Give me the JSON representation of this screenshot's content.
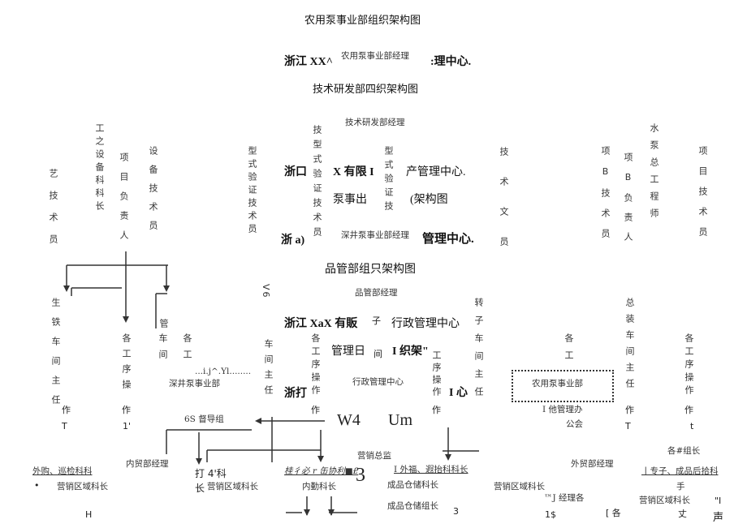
{
  "title": "农用泵事业部组织架构图",
  "header": {
    "left": "浙江 XX^",
    "overlay": "农用泵事业部经理",
    "right": ":理中心."
  },
  "rd": {
    "title": "技术研发部四织架构图",
    "manager": "技术研发部经理",
    "cols": [
      "艺技术员",
      "工之设备科科长",
      "项目负责人",
      "设备技术员",
      "型式验证技术员",
      "技型式验证技术员",
      "型式验证技",
      "技术文员",
      "项B技术员",
      "项B负责人",
      "水泵总工程师",
      "项目技术员"
    ],
    "mid": [
      "浙口",
      "X 有限 I",
      "产管理中心.",
      "泵事出",
      "(架构图",
      "浙 a)",
      "深井泵事业部经理",
      "管理中心."
    ]
  },
  "qc": {
    "title": "品管部组只架构图",
    "manager": "品管部经理",
    "v6": "V6",
    "cols": [
      "生铁车间主任",
      "各工序操",
      "管",
      "车间",
      "各工",
      "车间主任",
      "各工序操作",
      "工序操作",
      "转子车间主任",
      "各工",
      "总装车间主任",
      "各工序操作"
    ],
    "small": [
      "作",
      "T",
      "作",
      "1'",
      "作",
      "作",
      "作",
      "T",
      "作",
      "t"
    ],
    "mid": [
      "...i.j^.Yl........",
      "深井泵事业部",
      "浙江 XaX 有販",
      "子",
      "行政管理中心",
      "管理日",
      "间",
      "I 织架\"",
      "行政管理中心",
      "浙打",
      "I 心",
      "W4",
      "Um",
      "6S 督导组",
      "农用泵事业部",
      "I 他管理办",
      "公会"
    ]
  },
  "sales": {
    "director": "营销总监",
    "domestic": "内贸部经理",
    "foreign": "外贸部经理",
    "items": [
      "各#组长",
      "外购、巡检科科",
      "打 4'科",
      "长",
      "桂彳必 r 缶协利■£",
      "3",
      "I 外福、遐抬科科长",
      "丨专子、成品后拾科",
      "•",
      "营销区域科长",
      "营销区域科长",
      "内勤科长",
      "成品仓储科长",
      "营销区域科长",
      "手",
      "™J 经理各",
      "营销区域科长",
      "\"I",
      "成品仓储组长",
      "3",
      "H",
      "1$",
      "[ 各",
      "丈",
      "声"
    ]
  }
}
